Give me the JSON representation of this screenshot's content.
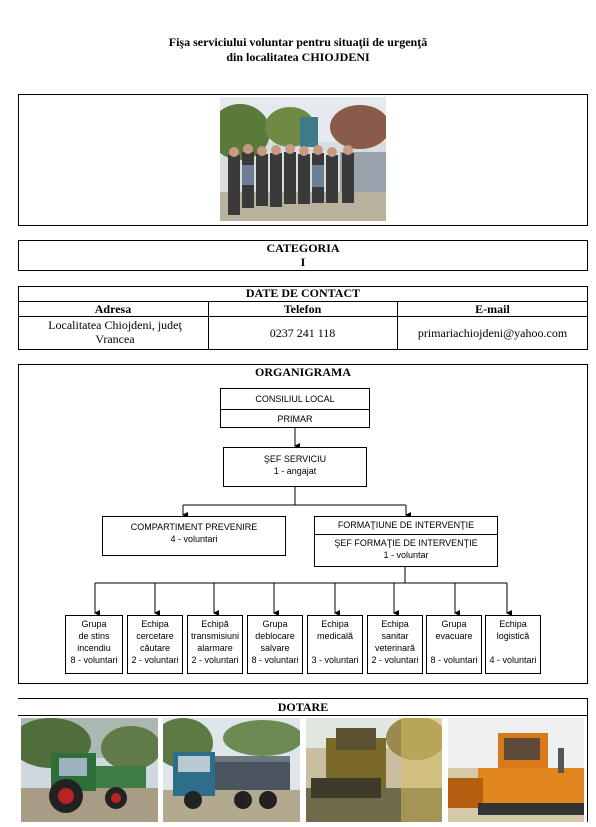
{
  "title": {
    "line1": "Fişa serviciului voluntar pentru situaţii de urgenţă",
    "line2": "din localitatea CHIOJDENI"
  },
  "category": {
    "header": "CATEGORIA",
    "value": "I"
  },
  "contact": {
    "header": "DATE DE CONTACT",
    "columns": [
      "Adresa",
      "Telefon",
      "E-mail"
    ],
    "address": "Localitatea Chiojdeni, judeţ Vrancea",
    "phone": "0237 241 118",
    "email": "primariachiojdeni@yahoo.com"
  },
  "org": {
    "header": "ORGANIGRAMA",
    "council": "CONSILIUL LOCAL",
    "mayor": "PRIMAR",
    "chief": "ŞEF SERVICIU",
    "chief_staff": "1 - angajat",
    "prevention": "COMPARTIMENT PREVENIRE",
    "prevention_staff": "4 - voluntari",
    "intervention": "FORMAŢIUNE DE INTERVENŢIE",
    "intervention_chief": "ŞEF FORMAŢIE DE INTERVENŢIE",
    "intervention_staff": "1 - voluntar",
    "teams": [
      {
        "l1": "Grupa",
        "l2": "de stins",
        "l3": "incendiu",
        "count": "8 - voluntari"
      },
      {
        "l1": "Echipa",
        "l2": "cercetare",
        "l3": "căutare",
        "count": "2 - voluntari"
      },
      {
        "l1": "Echipă",
        "l2": "transmisiuni",
        "l3": "alarmare",
        "count": "2 - voluntari"
      },
      {
        "l1": "Grupa",
        "l2": "deblocare",
        "l3": "salvare",
        "count": "8 - voluntari"
      },
      {
        "l1": "Echipa",
        "l2": "medicală",
        "l3": "",
        "count": "3 - voluntari"
      },
      {
        "l1": "Echipa",
        "l2": "sanitar",
        "l3": "veterinară",
        "count": "2 - voluntari"
      },
      {
        "l1": "Grupa",
        "l2": "evacuare",
        "l3": "",
        "count": "8 - voluntari"
      },
      {
        "l1": "Echipa",
        "l2": "logistică",
        "l3": "",
        "count": "4 - voluntari"
      }
    ]
  },
  "equipment": {
    "header": "DOTARE"
  },
  "icons": {
    "group_photo": "volunteer-group-photo",
    "equipment_photos": [
      "tractor-photo",
      "dump-truck-photo",
      "loader-photo",
      "bulldozer-photo"
    ]
  }
}
